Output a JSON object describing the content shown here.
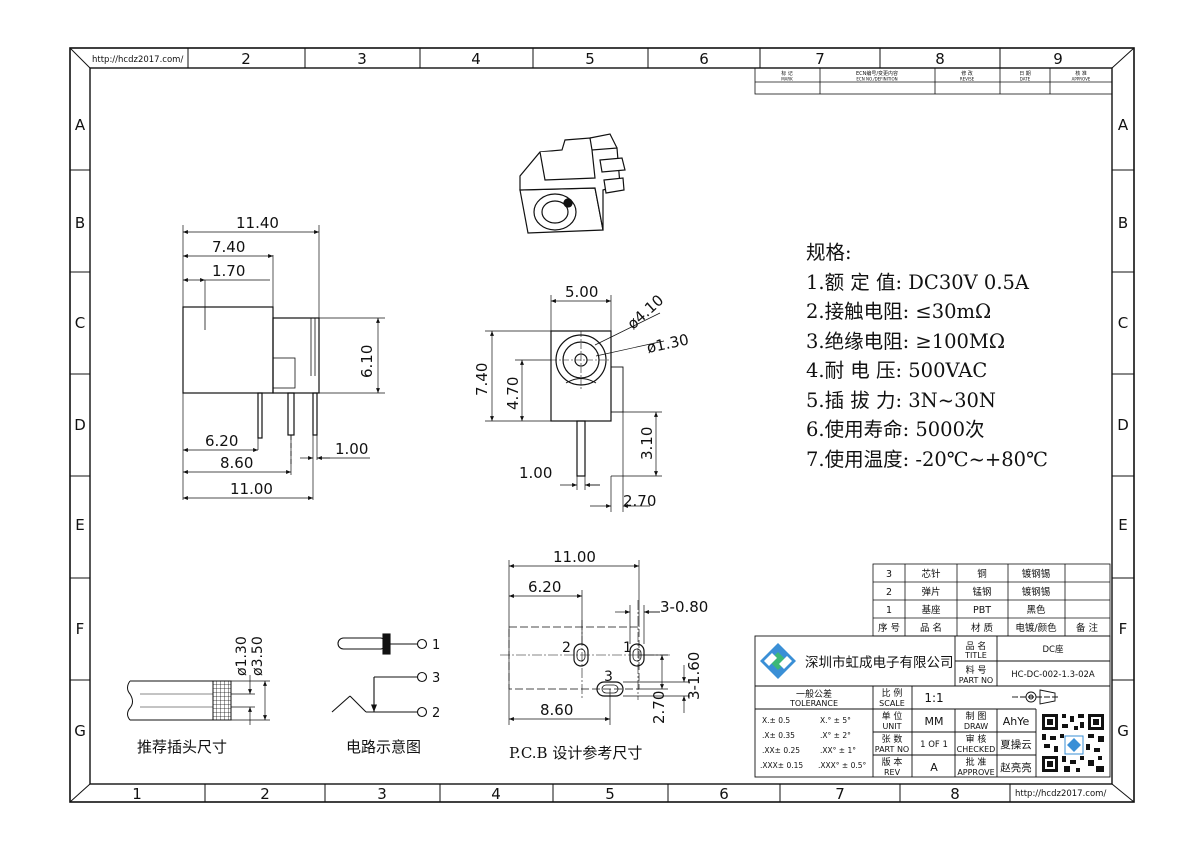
{
  "frame": {
    "url_top": "http://hcdz2017.com/",
    "url_bottom": "http://hcdz2017.com/",
    "cols_top": [
      "2",
      "3",
      "4",
      "5",
      "6",
      "7",
      "8",
      "9"
    ],
    "cols_bottom": [
      "1",
      "2",
      "3",
      "4",
      "5",
      "6",
      "7",
      "8"
    ],
    "rows": [
      "A",
      "B",
      "C",
      "D",
      "E",
      "F",
      "G"
    ]
  },
  "revision_table": {
    "cells": [
      "标 记",
      "ECN编号/变更内容",
      "修 改",
      "日 期",
      "核 准"
    ],
    "cells_en": [
      "MARK",
      "ECN NO./DEFINITION",
      "REVISE",
      "DATE",
      "APPROVE"
    ]
  },
  "specs": {
    "title": "规格:",
    "lines": [
      "1.额 定 值: DC30V 0.5A",
      "2.接触电阻: ≤30mΩ",
      "3.绝缘电阻: ≥100MΩ",
      "4.耐 电 压: 500VAC",
      "5.插 拔 力: 3N~30N",
      "6.使用寿命: 5000次",
      "7.使用温度: -20℃~+80℃"
    ]
  },
  "side_view": {
    "dims": [
      "11.40",
      "7.40",
      "1.70",
      "6.10",
      "6.20",
      "1.00",
      "8.60",
      "11.00"
    ]
  },
  "front_view": {
    "dims": [
      "5.00",
      "ø4.10",
      "ø1.30",
      "7.40",
      "4.70",
      "3.10",
      "1.00",
      "2.70"
    ]
  },
  "pcb": {
    "dims": [
      "11.00",
      "6.20",
      "3-0.80",
      "3-1.60",
      "2.70",
      "8.60"
    ],
    "pins": [
      "1",
      "2",
      "3"
    ],
    "caption": "P.C.B 设计参考尺寸"
  },
  "plug": {
    "dims": [
      "ø1.30",
      "ø3.50"
    ],
    "caption": "推荐插头尺寸"
  },
  "circuit": {
    "pins": [
      "1",
      "3",
      "2"
    ],
    "caption": "电路示意图"
  },
  "bom": {
    "rows": [
      [
        "3",
        "芯针",
        "铜",
        "镀钢锡",
        ""
      ],
      [
        "2",
        "弹片",
        "锰钢",
        "镀钢锡",
        ""
      ],
      [
        "1",
        "基座",
        "PBT",
        "黑色",
        ""
      ]
    ],
    "header": [
      "序 号",
      "品 名",
      "材 质",
      "电镀/颜色",
      "备 注"
    ]
  },
  "title_block": {
    "company": "深圳市虹成电子有限公司",
    "title_cn": "品 名",
    "title_en": "TITLE",
    "title_value": "DC座",
    "partno_cn": "料 号",
    "partno_en": "PART NO",
    "partno_value": "HC-DC-002-1.3-02A",
    "tolerance_cn": "一般公差",
    "tolerance_en": "TOLERANCE",
    "scale_cn": "比 例",
    "scale_en": "SCALE",
    "scale_value": "1:1",
    "unit_cn": "单 位",
    "unit_en": "UNIT",
    "unit_value": "MM",
    "sheet_cn": "张 数",
    "sheet_en": "PART NO",
    "sheet_value": "1 OF 1",
    "rev_cn": "版 本",
    "rev_en": "REV",
    "rev_value": "A",
    "draw_cn": "制 图",
    "draw_en": "DRAW",
    "draw_value": "AhYe",
    "check_cn": "审 核",
    "check_en": "CHECKED",
    "check_value": "夏操云",
    "approve_cn": "批 准",
    "approve_en": "APPROVE",
    "approve_value": "赵亮亮",
    "tol_rows": [
      [
        "X.± 0.5",
        "X.° ± 5°"
      ],
      [
        ".X± 0.35",
        ".X° ± 2°"
      ],
      [
        ".XX± 0.25",
        ".XX° ± 1°"
      ],
      [
        ".XXX± 0.15",
        ".XXX° ± 0.5°"
      ]
    ]
  }
}
